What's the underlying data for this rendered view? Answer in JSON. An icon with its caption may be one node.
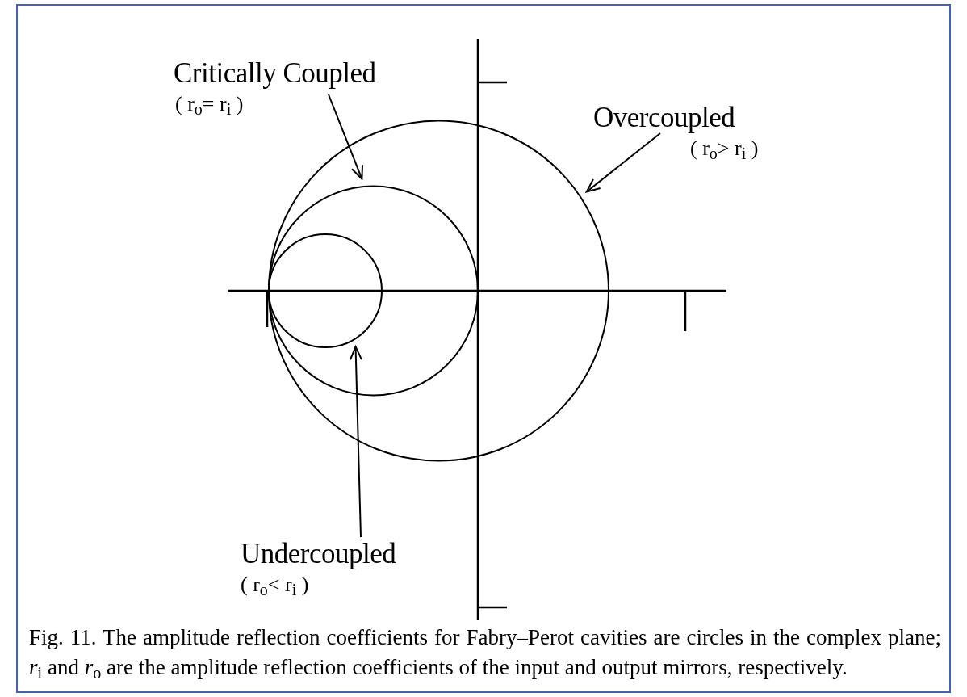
{
  "diagram": {
    "caption": "Fig. 11. The amplitude reflection coefficients for Fabry–Perot cavities are circles in the complex plane; *r*$_{i}$ and *r*$_{o}$ are the amplitude reflection coefficients of the input and output mirrors, respectively.",
    "nodes": [
      {
        "text": [
          "Critically Coupled",
          "( r$_{o}$= r$_{i}$ )"
        ]
      },
      {
        "text": [
          "Overcoupled",
          "( r$_{o}$> r$_{i}$ )"
        ]
      },
      {
        "text": [
          "Undercoupled",
          "( r$_{o}$< r$_{i}$ )"
        ]
      },
      {
        "text": [],
        "shape": "circle"
      },
      {
        "text": [],
        "shape": "circle",
        "in": 3
      },
      {
        "text": [],
        "shape": "circle",
        "in": 4
      }
    ],
    "edges": [
      {
        "from": 0,
        "to": 4,
        "arrow": "to"
      },
      {
        "from": 1,
        "to": 3,
        "arrow": "to"
      },
      {
        "from": 2,
        "to": 5,
        "arrow": "to"
      }
    ]
  }
}
